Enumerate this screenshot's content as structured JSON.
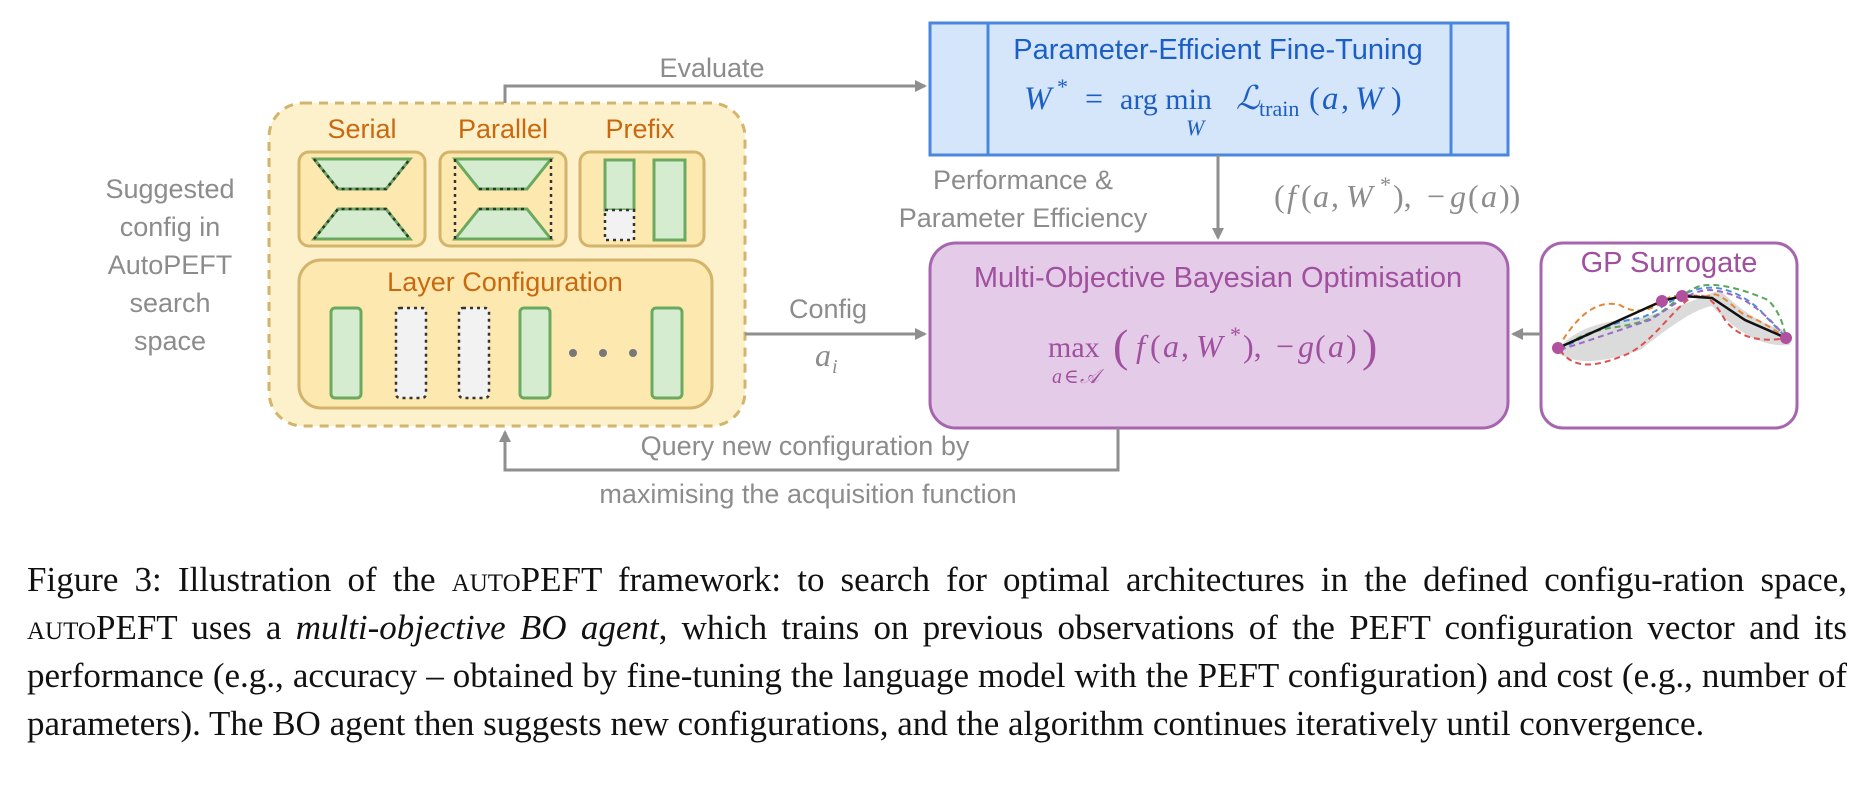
{
  "diagram": {
    "search_space": {
      "side_label": [
        "Suggested",
        "config in",
        "AutoPEFT",
        "search",
        "space"
      ],
      "modules": {
        "serial": "Serial",
        "parallel": "Parallel",
        "prefix": "Prefix"
      },
      "layer_configuration": "Layer Configuration"
    },
    "peft_box": {
      "title": "Parameter-Efficient Fine-Tuning",
      "formula": "W* = arg min_W L_train(a, W)"
    },
    "mobo_box": {
      "title": "Multi-Objective Bayesian Optimisation",
      "formula": "max_{a∈A} ( f(a, W*), −g(a) )"
    },
    "gp_box": {
      "title": "GP Surrogate"
    },
    "edges": {
      "evaluate": "Evaluate",
      "perf_eff_line1": "Performance &",
      "perf_eff_line2": "Parameter Efficiency",
      "objective_pair": "(f(a, W*), −g(a))",
      "config": "Config",
      "config_var": "a_i",
      "query_line1": "Query new configuration by",
      "query_line2": "maximising the acquisition function"
    },
    "colors": {
      "search_fill": "#fdf1cc",
      "search_border": "#d4b36a",
      "module_label": "#c8690f",
      "green": "#6aaa5f",
      "green_fill": "#d6ecd1",
      "peft_fill": "#d5e6fb",
      "peft_border": "#4a86e0",
      "peft_text": "#1c5fc4",
      "mobo_fill": "#e4cbe7",
      "mobo_border": "#a765b0",
      "mobo_text": "#a0509f",
      "gray_arrow": "#8f8f8f",
      "gray_text": "#8c8c8c"
    }
  },
  "caption": {
    "label": "Figure 3:",
    "text_1": " Illustration of the ",
    "autopeft_sc": "auto",
    "autopeft_rest": "PEFT",
    "text_2": " framework: to search for optimal architectures in the defined configu-ration space, ",
    "text_3": " uses a ",
    "emph": "multi-objective BO agent",
    "text_4": ", which trains on previous observations of the PEFT configuration vector and its performance (e.g., accuracy – obtained by fine-tuning the language model with the PEFT configuration) and cost (e.g., number of parameters). The BO agent then suggests new configurations, and the algorithm continues iteratively until convergence."
  }
}
